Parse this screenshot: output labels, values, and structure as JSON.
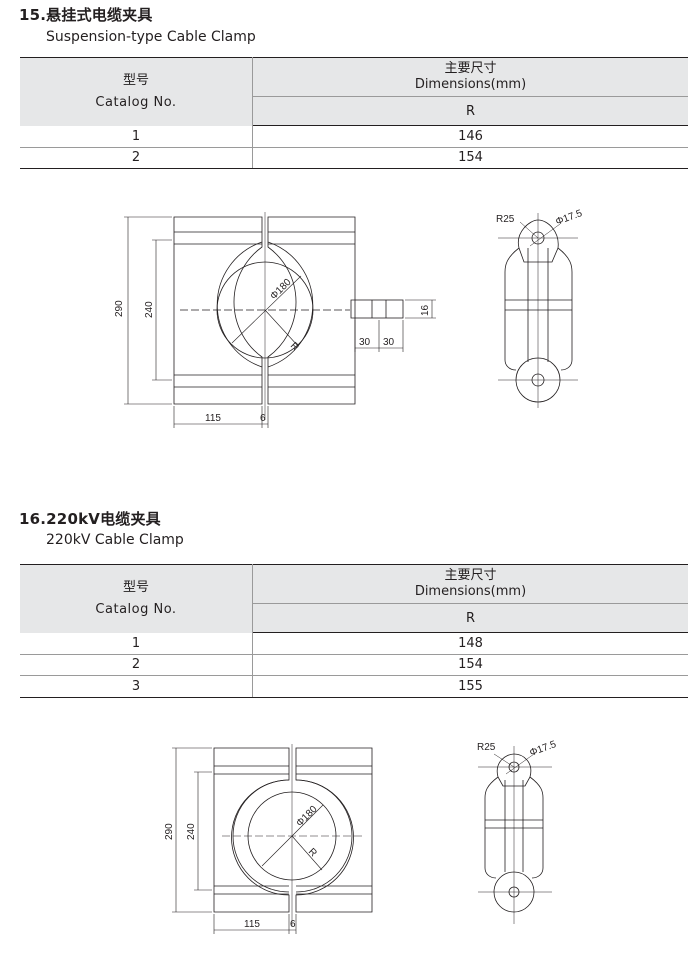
{
  "sections": [
    {
      "title": "15.悬挂式电缆夹具",
      "subtitle": "Suspension-type Cable Clamp",
      "table": {
        "model_cn": "型号",
        "model_en": "Catalog No.",
        "dim_cn": "主要尺寸",
        "dim_en": "Dimensions(mm)",
        "param": "R",
        "rows": [
          {
            "no": "1",
            "r": "146"
          },
          {
            "no": "2",
            "r": "154"
          }
        ]
      },
      "drawing": {
        "dim_290": "290",
        "dim_240": "240",
        "dim_115": "115",
        "dim_6": "6",
        "dim_phi180": "Φ180",
        "dim_R": "R",
        "dim_30a": "30",
        "dim_30b": "30",
        "dim_16": "16",
        "side_R25": "R25",
        "side_phi": "Φ17.5"
      }
    },
    {
      "title": "16.220kV电缆夹具",
      "subtitle": "220kV Cable Clamp",
      "table": {
        "model_cn": "型号",
        "model_en": "Catalog No.",
        "dim_cn": "主要尺寸",
        "dim_en": "Dimensions(mm)",
        "param": "R",
        "rows": [
          {
            "no": "1",
            "r": "148"
          },
          {
            "no": "2",
            "r": "154"
          },
          {
            "no": "3",
            "r": "155"
          }
        ]
      },
      "drawing": {
        "dim_290": "290",
        "dim_240": "240",
        "dim_115": "115",
        "dim_6": "6",
        "dim_phi180": "Φ180",
        "dim_R": "R",
        "side_R25": "R25",
        "side_phi": "Φ17.5"
      }
    }
  ],
  "colors": {
    "line": "#231f20",
    "header_bg": "#e6e7e8",
    "rule": "#9a9a9a"
  }
}
